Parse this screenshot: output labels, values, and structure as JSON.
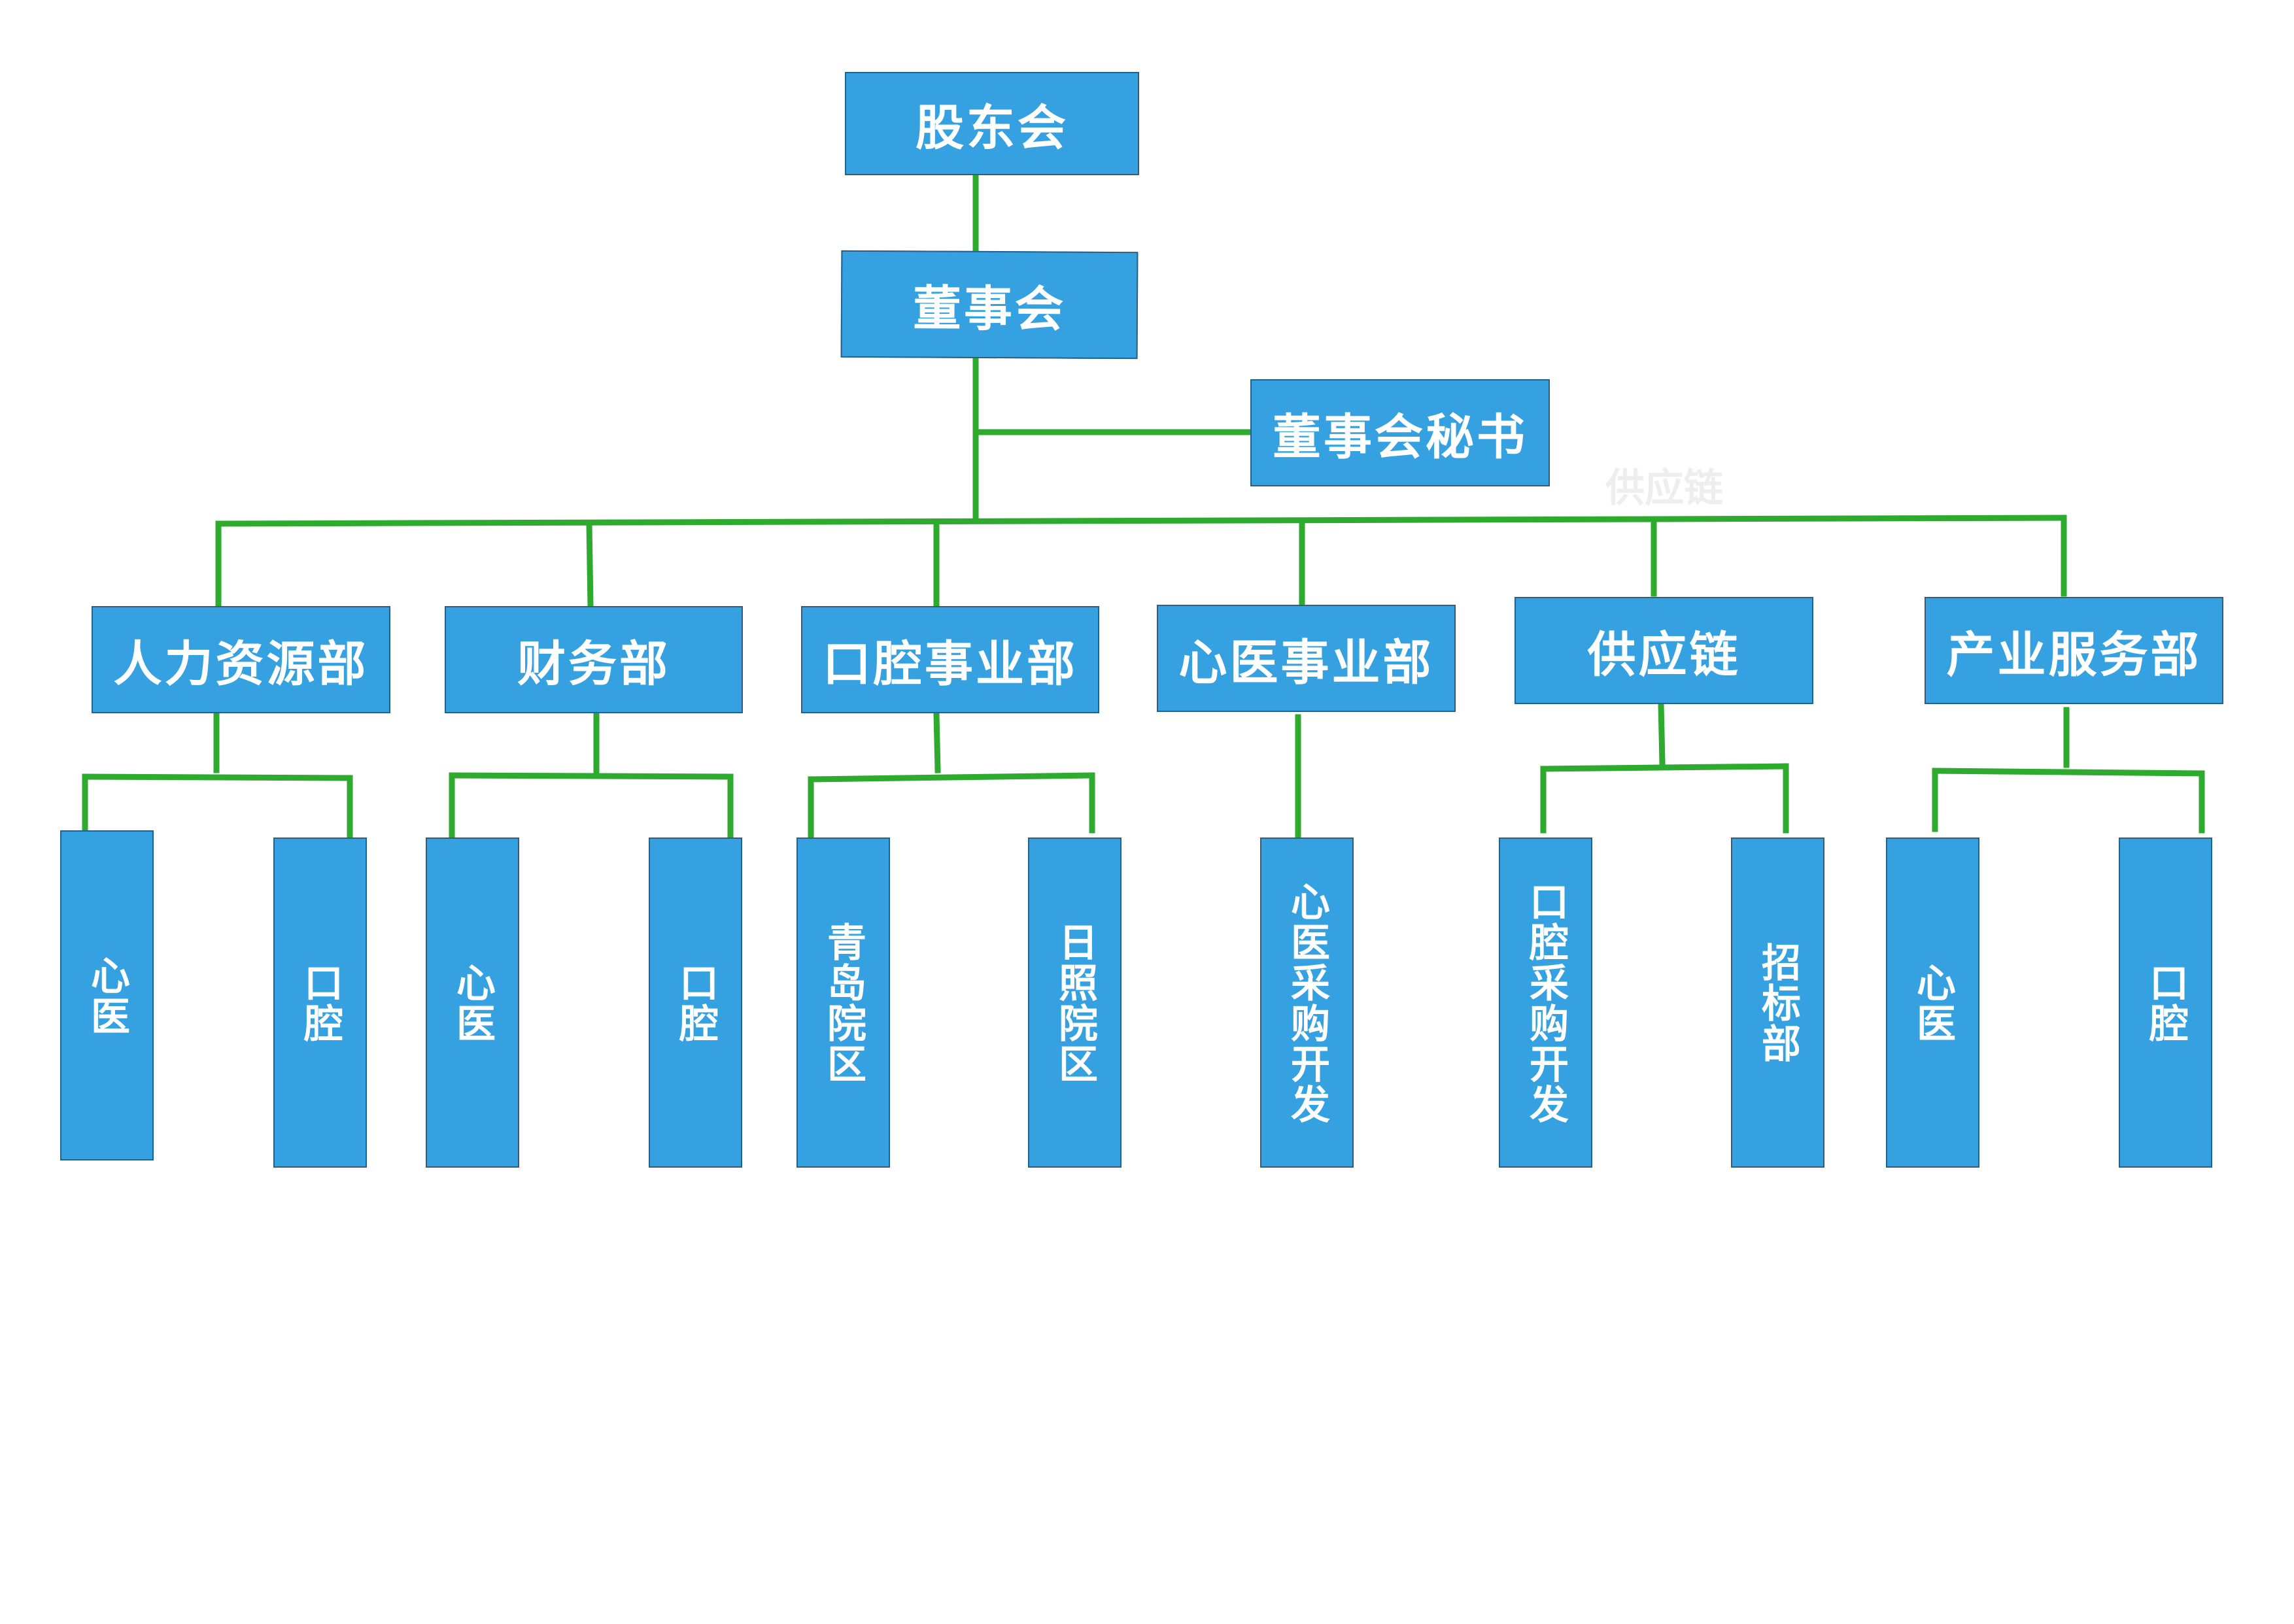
{
  "top": {
    "shareholders": "股东会",
    "board": "董事会",
    "secretary": "董事会秘书"
  },
  "watermark": "供应链",
  "departments": [
    {
      "name": "人力资源部",
      "units": [
        "心医",
        "口腔"
      ]
    },
    {
      "name": "财务部",
      "units": [
        "心医",
        "口腔"
      ]
    },
    {
      "name": "口腔事业部",
      "units": [
        "青岛院区",
        "日照院区"
      ]
    },
    {
      "name": "心医事业部",
      "units": [
        "心医采购开发"
      ]
    },
    {
      "name": "供应链",
      "units": [
        "口腔采购开发",
        "招标部"
      ]
    },
    {
      "name": "产业服务部",
      "units": [
        "心医",
        "口腔"
      ]
    }
  ],
  "colors": {
    "box": "#35a1e0",
    "box_border": "#2a5f86",
    "connector": "#2eaa2e",
    "text": "#ffffff"
  }
}
